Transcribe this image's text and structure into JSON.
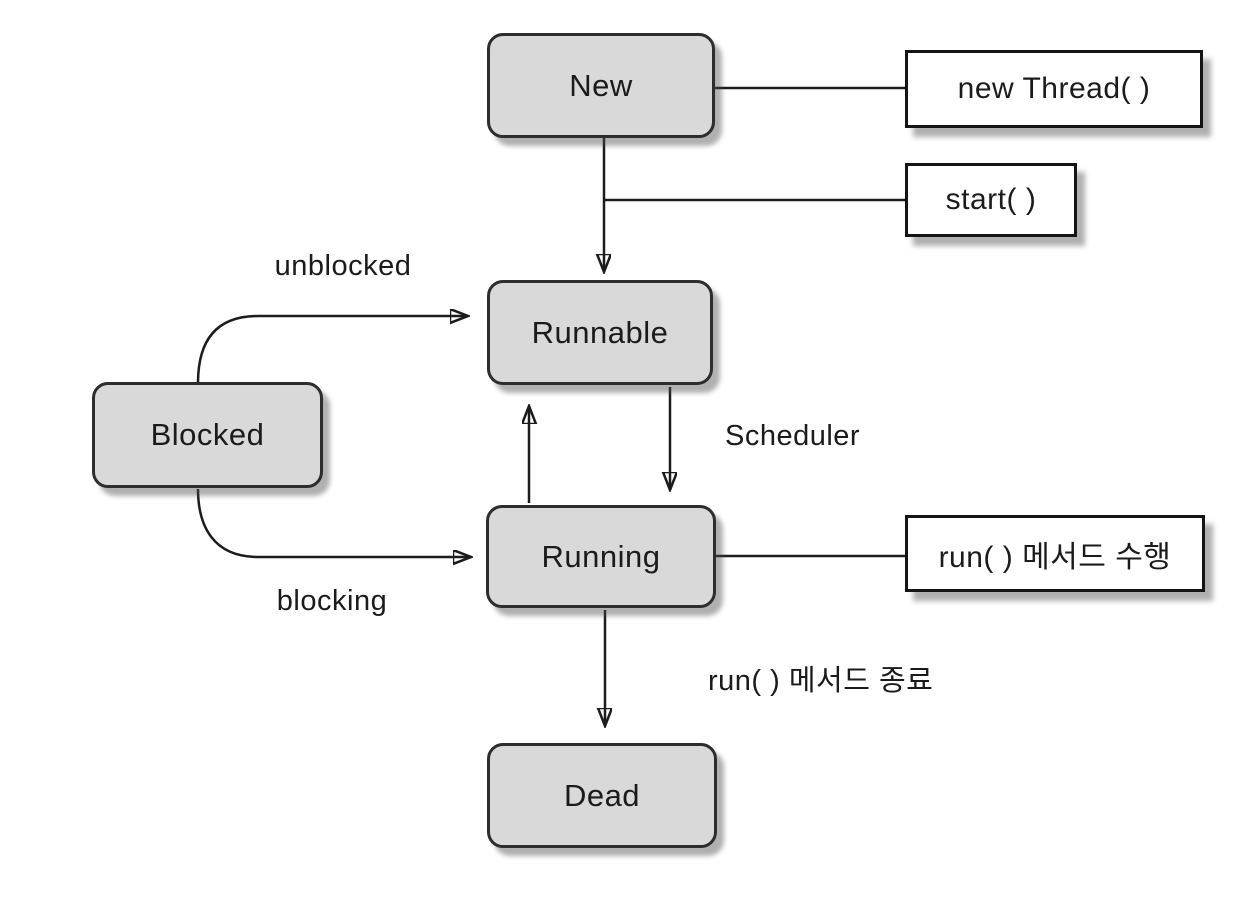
{
  "states": {
    "new": {
      "label": "New"
    },
    "runnable": {
      "label": "Runnable"
    },
    "running": {
      "label": "Running"
    },
    "blocked": {
      "label": "Blocked"
    },
    "dead": {
      "label": "Dead"
    }
  },
  "notes": {
    "new_thread": {
      "label": "new Thread( )"
    },
    "start": {
      "label": "start( )"
    },
    "run_exec": {
      "label": "run( ) 메서드 수행"
    }
  },
  "edge_labels": {
    "unblocked": {
      "label": "unblocked"
    },
    "blocking": {
      "label": "blocking"
    },
    "scheduler": {
      "label": "Scheduler"
    },
    "run_end": {
      "label": "run( ) 메서드 종료"
    }
  },
  "edges": [
    {
      "from": "New",
      "to": "new Thread( )",
      "type": "connector"
    },
    {
      "from": "New",
      "to": "start( )",
      "type": "connector"
    },
    {
      "from": "New",
      "to": "Runnable",
      "type": "arrow"
    },
    {
      "from": "Runnable",
      "to": "Running",
      "type": "arrow",
      "label": "Scheduler"
    },
    {
      "from": "Running",
      "to": "Runnable",
      "type": "arrow",
      "label": "Scheduler"
    },
    {
      "from": "Blocked",
      "to": "Runnable",
      "type": "arrow",
      "label": "unblocked"
    },
    {
      "from": "Blocked",
      "to": "Running",
      "type": "arrow",
      "label": "blocking"
    },
    {
      "from": "Running",
      "to": "run( ) 메서드 수행",
      "type": "connector"
    },
    {
      "from": "Running",
      "to": "Dead",
      "type": "arrow",
      "label": "run( ) 메서드 종료"
    }
  ],
  "colors": {
    "state_fill": "#d9d9d9",
    "state_border": "#2d2d2d",
    "note_fill": "#ffffff",
    "note_border": "#141414",
    "connector": "#1c1c1c",
    "text": "#1b1b1b",
    "background": "#ffffff"
  }
}
